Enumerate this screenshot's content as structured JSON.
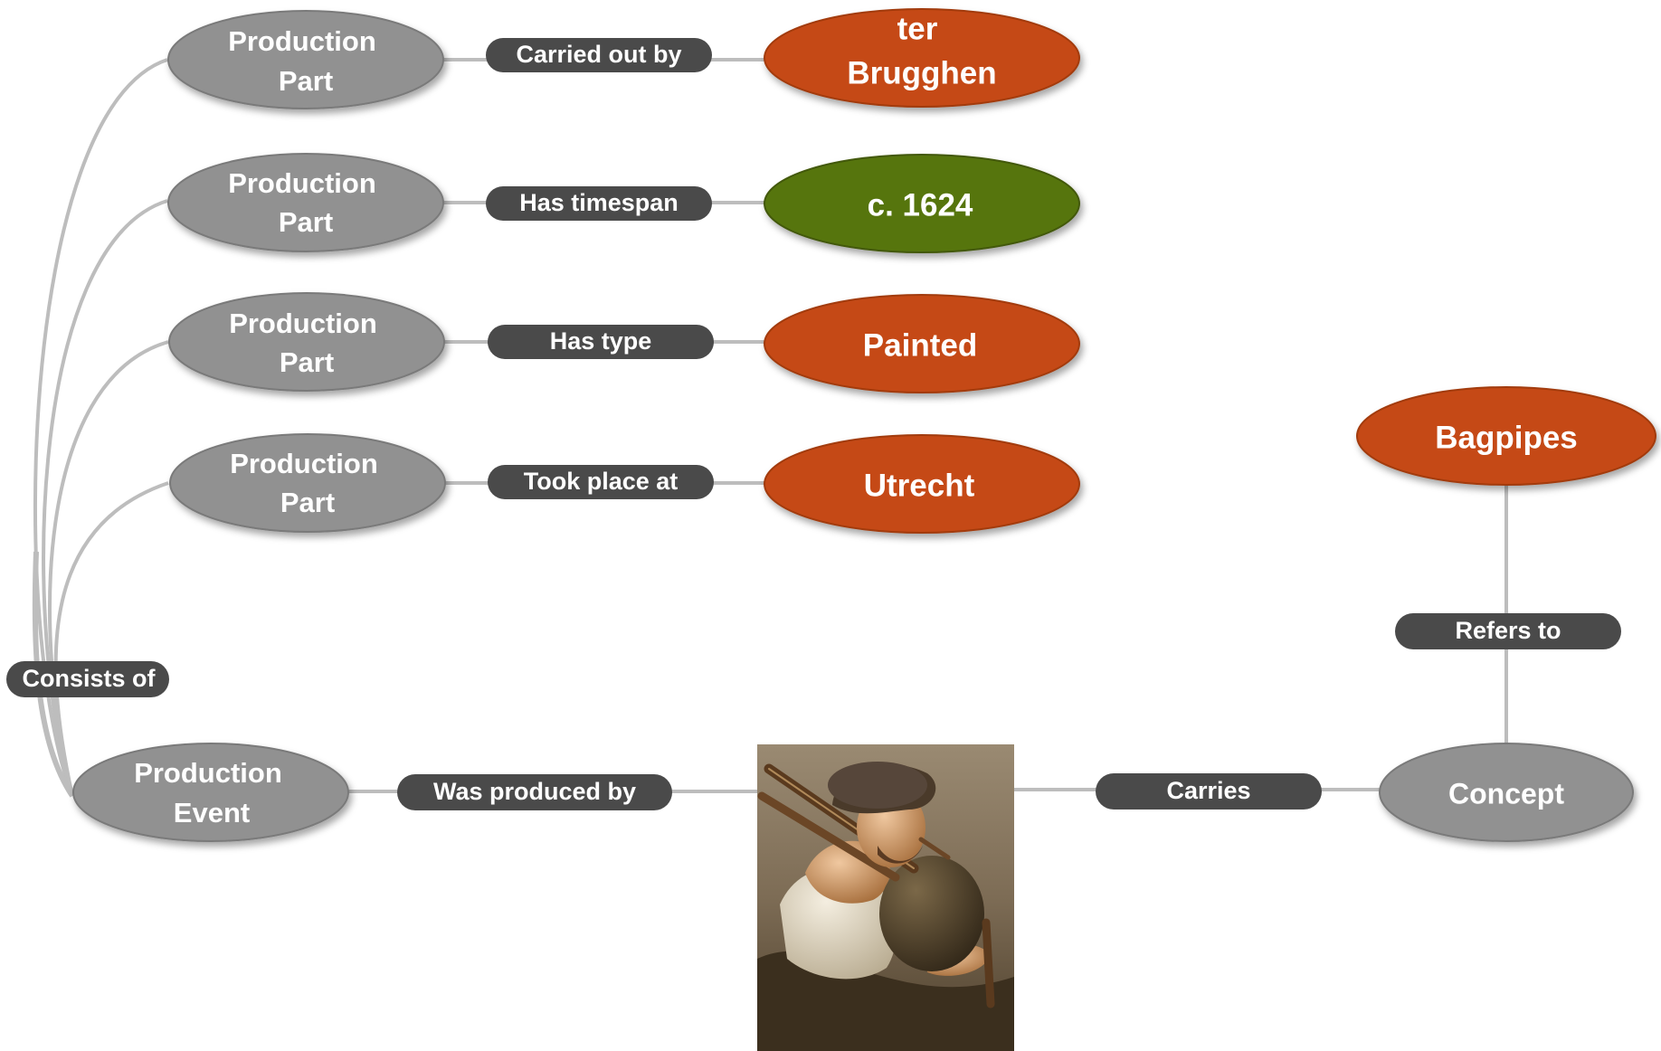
{
  "colors": {
    "gray_node": "#919191",
    "orange_node": "#c54a13",
    "green_node": "#577509",
    "pill": "#4a4a4a",
    "connector": "#bdbdbd"
  },
  "nodes": {
    "production_part_1": [
      "Production",
      "Part"
    ],
    "production_part_2": [
      "Production",
      "Part"
    ],
    "production_part_3": [
      "Production",
      "Part"
    ],
    "production_part_4": [
      "Production",
      "Part"
    ],
    "production_event": [
      "Production",
      "Event"
    ],
    "ter_brugghen": [
      "ter",
      "Brugghen"
    ],
    "c_1624": [
      "c. 1624"
    ],
    "painted": [
      "Painted"
    ],
    "utrecht": [
      "Utrecht"
    ],
    "bagpipes": [
      "Bagpipes"
    ],
    "concept": [
      "Concept"
    ]
  },
  "relations": {
    "carried_out_by": "Carried out by",
    "has_timespan": "Has timespan",
    "has_type": "Has type",
    "took_place_at": "Took place at",
    "consists_of": "Consists of",
    "was_produced_by": "Was produced by",
    "carries": "Carries",
    "refers_to": "Refers to"
  },
  "painting": {
    "icon": "painting-bagpipe-player"
  }
}
